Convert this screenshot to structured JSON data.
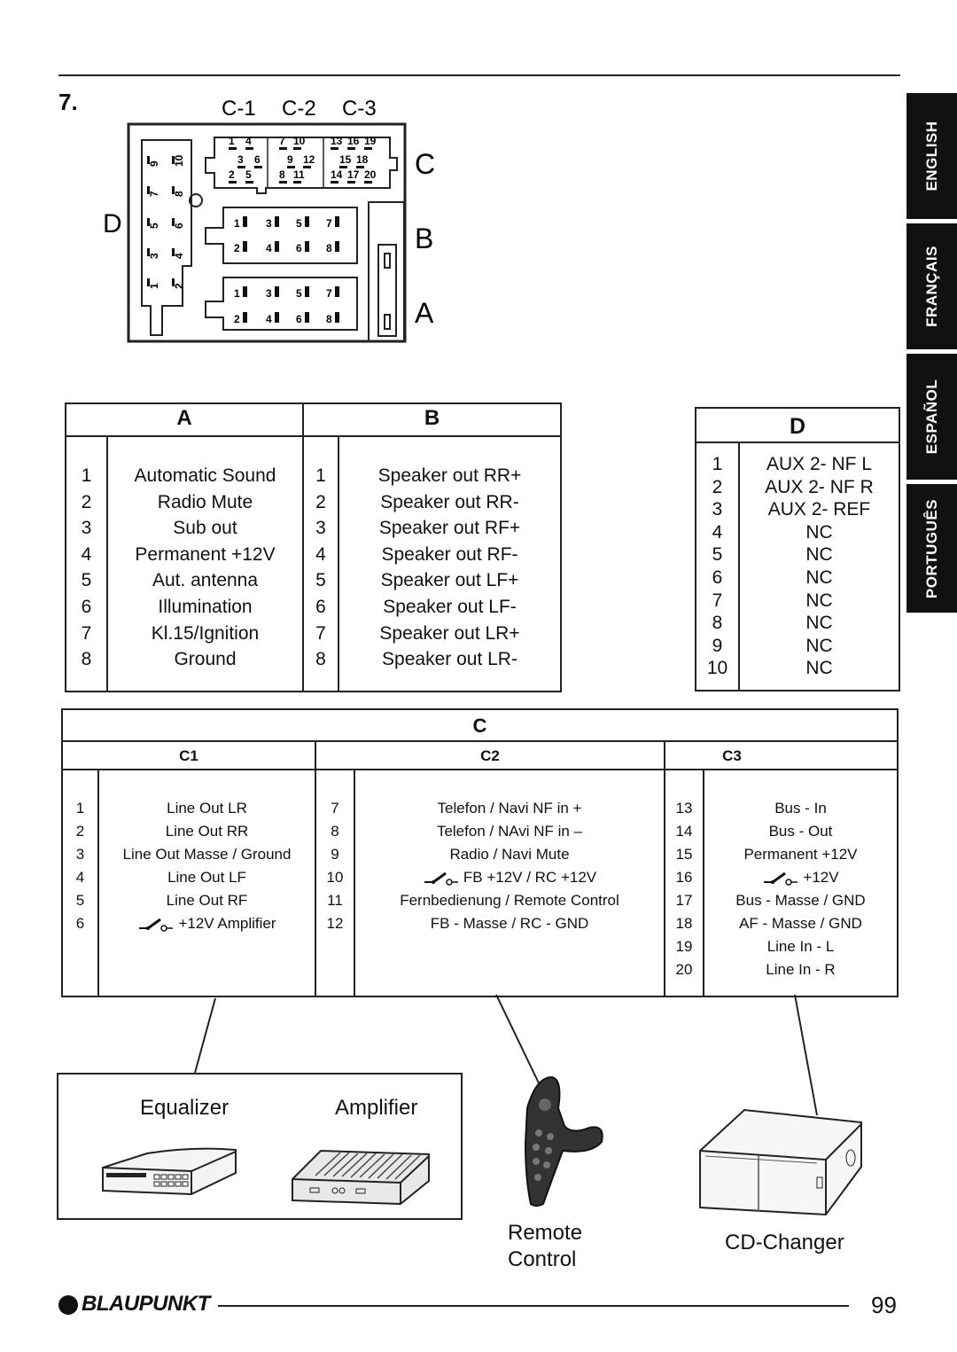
{
  "section_number": "7.",
  "connector_labels": {
    "c1": "C-1",
    "c2": "C-2",
    "c3": "C-3",
    "c": "C",
    "b": "B",
    "a": "A",
    "d": "D"
  },
  "language_tabs": [
    "ENGLISH",
    "FRANÇAIS",
    "ESPAÑOL",
    "PORTUGUÊS"
  ],
  "connector_pins": {
    "c_top": [
      "1",
      "4",
      "7",
      "10",
      "13",
      "16",
      "19"
    ],
    "c_mid": [
      "3",
      "6",
      "9",
      "12",
      "15",
      "18"
    ],
    "c_bot": [
      "2",
      "5",
      "8",
      "11",
      "14",
      "17",
      "20"
    ],
    "d_left": [
      "9",
      "7",
      "5",
      "3",
      "1"
    ],
    "d_right": [
      "10",
      "8",
      "6",
      "4",
      "2"
    ],
    "block_top": [
      "1",
      "3",
      "5",
      "7"
    ],
    "block_bottom": [
      "2",
      "4",
      "6",
      "8"
    ]
  },
  "table_a": {
    "header": "A",
    "rows": [
      {
        "num": "1",
        "label": "Automatic Sound"
      },
      {
        "num": "2",
        "label": "Radio Mute"
      },
      {
        "num": "3",
        "label": "Sub out"
      },
      {
        "num": "4",
        "label": "Permanent +12V"
      },
      {
        "num": "5",
        "label": "Aut. antenna"
      },
      {
        "num": "6",
        "label": "Illumination"
      },
      {
        "num": "7",
        "label": "Kl.15/Ignition"
      },
      {
        "num": "8",
        "label": "Ground"
      }
    ]
  },
  "table_b": {
    "header": "B",
    "rows": [
      {
        "num": "1",
        "label": "Speaker out RR+"
      },
      {
        "num": "2",
        "label": "Speaker out RR-"
      },
      {
        "num": "3",
        "label": "Speaker out RF+"
      },
      {
        "num": "4",
        "label": "Speaker out RF-"
      },
      {
        "num": "5",
        "label": "Speaker out LF+"
      },
      {
        "num": "6",
        "label": "Speaker out LF-"
      },
      {
        "num": "7",
        "label": "Speaker out LR+"
      },
      {
        "num": "8",
        "label": "Speaker out LR-"
      }
    ]
  },
  "table_d": {
    "header": "D",
    "rows": [
      {
        "num": "1",
        "label": "AUX 2- NF L"
      },
      {
        "num": "2",
        "label": "AUX 2- NF R"
      },
      {
        "num": "3",
        "label": "AUX 2- REF"
      },
      {
        "num": "4",
        "label": "NC"
      },
      {
        "num": "5",
        "label": "NC"
      },
      {
        "num": "6",
        "label": "NC"
      },
      {
        "num": "7",
        "label": "NC"
      },
      {
        "num": "8",
        "label": "NC"
      },
      {
        "num": "9",
        "label": "NC"
      },
      {
        "num": "10",
        "label": "NC"
      }
    ]
  },
  "table_c": {
    "header": "C",
    "c1": {
      "header": "C1",
      "rows": [
        {
          "num": "1",
          "label": "Line Out LR"
        },
        {
          "num": "2",
          "label": "Line Out RR"
        },
        {
          "num": "3",
          "label": "Line Out Masse / Ground"
        },
        {
          "num": "4",
          "label": "Line Out LF"
        },
        {
          "num": "5",
          "label": "Line Out RF"
        },
        {
          "num": "6",
          "label": "+12V Amplifier",
          "switch_icon": true
        }
      ]
    },
    "c2": {
      "header": "C2",
      "rows": [
        {
          "num": "7",
          "label": "Telefon / Navi NF  in +"
        },
        {
          "num": "8",
          "label": "Telefon / NAvi NF  in –"
        },
        {
          "num": "9",
          "label": "Radio / Navi Mute"
        },
        {
          "num": "10",
          "label": "FB +12V  / RC +12V",
          "switch_icon": true
        },
        {
          "num": "11",
          "label": "Fernbedienung / Remote Control"
        },
        {
          "num": "12",
          "label": "FB - Masse / RC - GND"
        }
      ]
    },
    "c3": {
      "header": "C3",
      "rows": [
        {
          "num": "13",
          "label": "Bus - In"
        },
        {
          "num": "14",
          "label": "Bus - Out"
        },
        {
          "num": "15",
          "label": "Permanent +12V"
        },
        {
          "num": "16",
          "label": "+12V",
          "switch_icon": true
        },
        {
          "num": "17",
          "label": "Bus - Masse / GND"
        },
        {
          "num": "18",
          "label": "AF  - Masse / GND"
        },
        {
          "num": "19",
          "label": "Line In - L"
        },
        {
          "num": "20",
          "label": "Line In - R"
        }
      ]
    }
  },
  "devices": {
    "equalizer": "Equalizer",
    "amplifier": "Amplifier",
    "remote_line1": "Remote",
    "remote_line2": "Control",
    "cd_changer": "CD-Changer"
  },
  "footer": {
    "brand": "BLAUPUNKT",
    "page_number": "99"
  }
}
